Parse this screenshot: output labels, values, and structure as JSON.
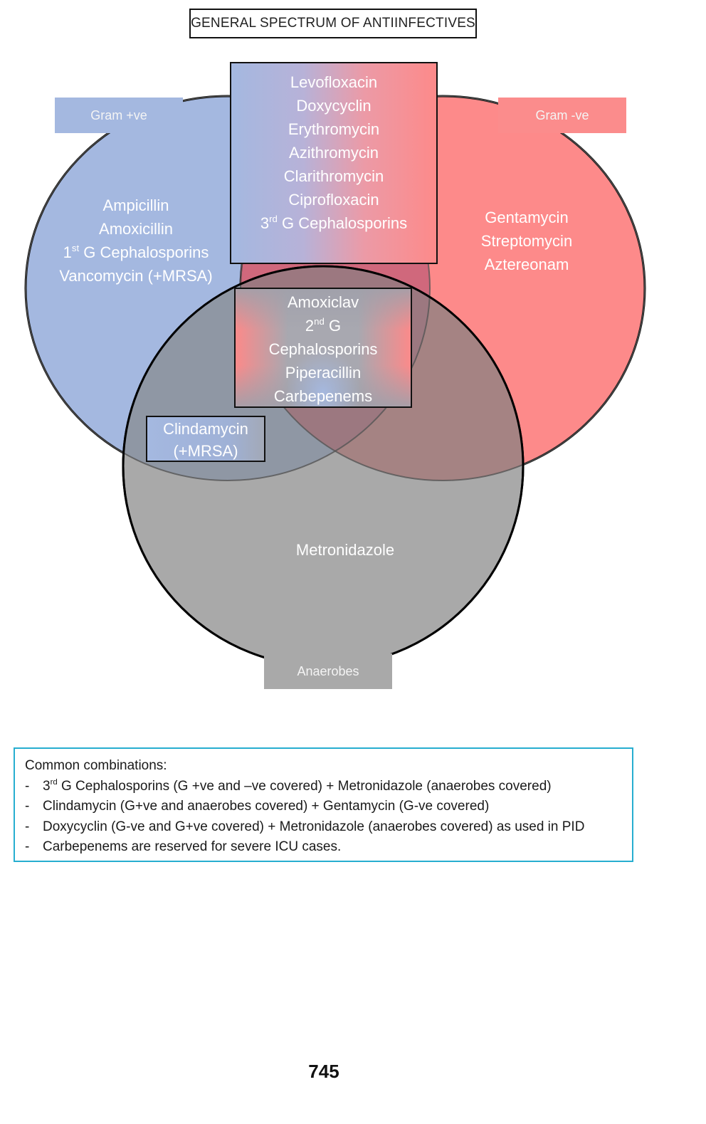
{
  "title": "GENERAL SPECTRUM OF ANTIINFECTIVES",
  "sets": {
    "gram_positive": {
      "label": "Gram +ve",
      "color": "#a4b8e0",
      "drugs": [
        "Ampicillin",
        "Amoxicillin",
        "1st G Cephalosporins",
        "Vancomycin (+MRSA)"
      ]
    },
    "gram_negative": {
      "label": "Gram -ve",
      "color": "#fd8a8a",
      "drugs": [
        "Gentamycin",
        "Streptomycin",
        "Aztereonam"
      ]
    },
    "anaerobes": {
      "label": "Anaerobes",
      "color": "#a9a9a9",
      "drugs": [
        "Metronidazole"
      ]
    }
  },
  "overlaps": {
    "gram_positive_and_negative": [
      "Levofloxacin",
      "Doxycyclin",
      "Erythromycin",
      "Azithromycin",
      "Clarithromycin",
      "Ciprofloxacin",
      "3rd G Cephalosporins"
    ],
    "all_three": [
      "Amoxiclav",
      "2nd G",
      "Cephalosporins",
      "Piperacillin",
      "Carbepenems"
    ],
    "gram_positive_and_anaerobes": [
      "Clindamycin",
      "(+MRSA)"
    ]
  },
  "combinations": {
    "heading": "Common combinations:",
    "bullet": "-",
    "items": [
      "3rd G Cephalosporins (G +ve and –ve covered) + Metronidazole (anaerobes covered)",
      "Clindamycin (G+ve and anaerobes covered) + Gentamycin (G-ve covered)",
      "Doxycyclin (G-ve and G+ve covered) + Metronidazole (anaerobes covered) as used in PID",
      "Carbepenems are reserved for severe ICU cases."
    ],
    "border_color": "#27aed0"
  },
  "page_number": "745"
}
